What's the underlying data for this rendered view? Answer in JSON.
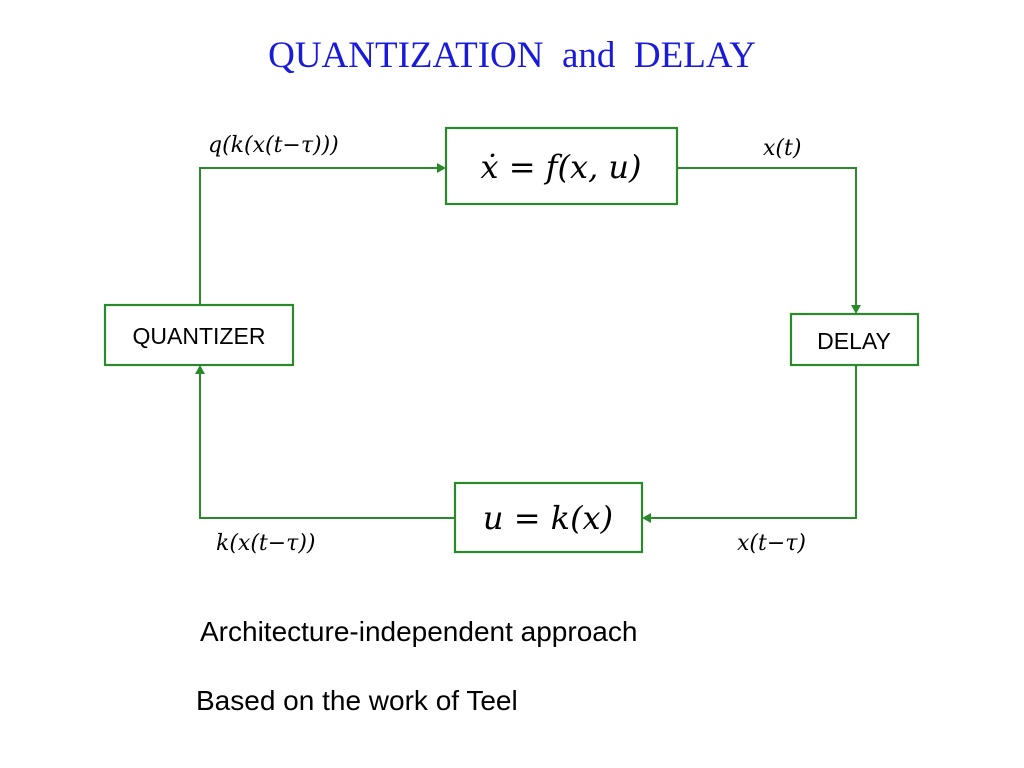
{
  "title": "QUANTIZATION  and  DELAY",
  "diagram": {
    "plant_equation": "ẋ = f(x, u)",
    "controller_equation": "u = k(x)",
    "quantizer_label": "QUANTIZER",
    "delay_label": "DELAY",
    "signal_quantized_control": "q(k(x(t−τ)))",
    "signal_state": "x(t)",
    "signal_delayed_state": "x(t−τ)",
    "signal_control": "k(x(t−τ))"
  },
  "captions": {
    "approach": "Architecture-independent approach",
    "attribution": "Based on the work of Teel"
  },
  "colors": {
    "title": "#1a1adb",
    "diagram_lines": "#2a8a2a"
  }
}
